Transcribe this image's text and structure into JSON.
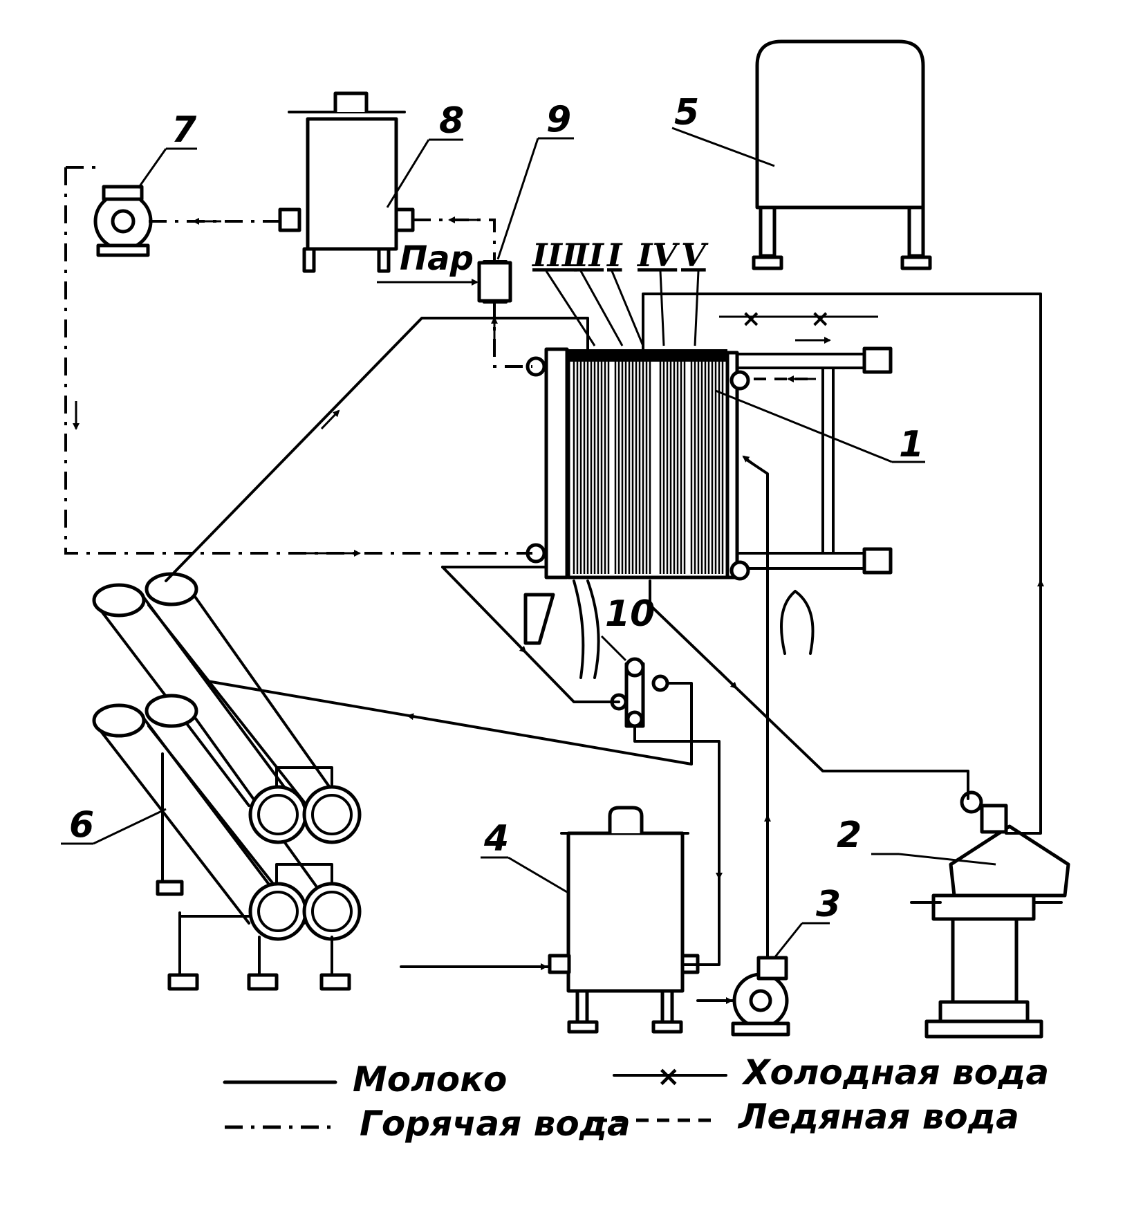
{
  "labels": {
    "steam": "Пар",
    "n1": "1",
    "n2": "2",
    "n3": "3",
    "n4": "4",
    "n5": "5",
    "n6": "6",
    "n7": "7",
    "n8": "8",
    "n9": "9",
    "n10": "10"
  },
  "sections": [
    "III",
    "II",
    "I",
    "IV",
    "V"
  ],
  "legend": {
    "milk": "Молоко",
    "hot_water": "Горячая вода",
    "cold_water": "Холодная вода",
    "ice_water": "Ледяная вода"
  }
}
